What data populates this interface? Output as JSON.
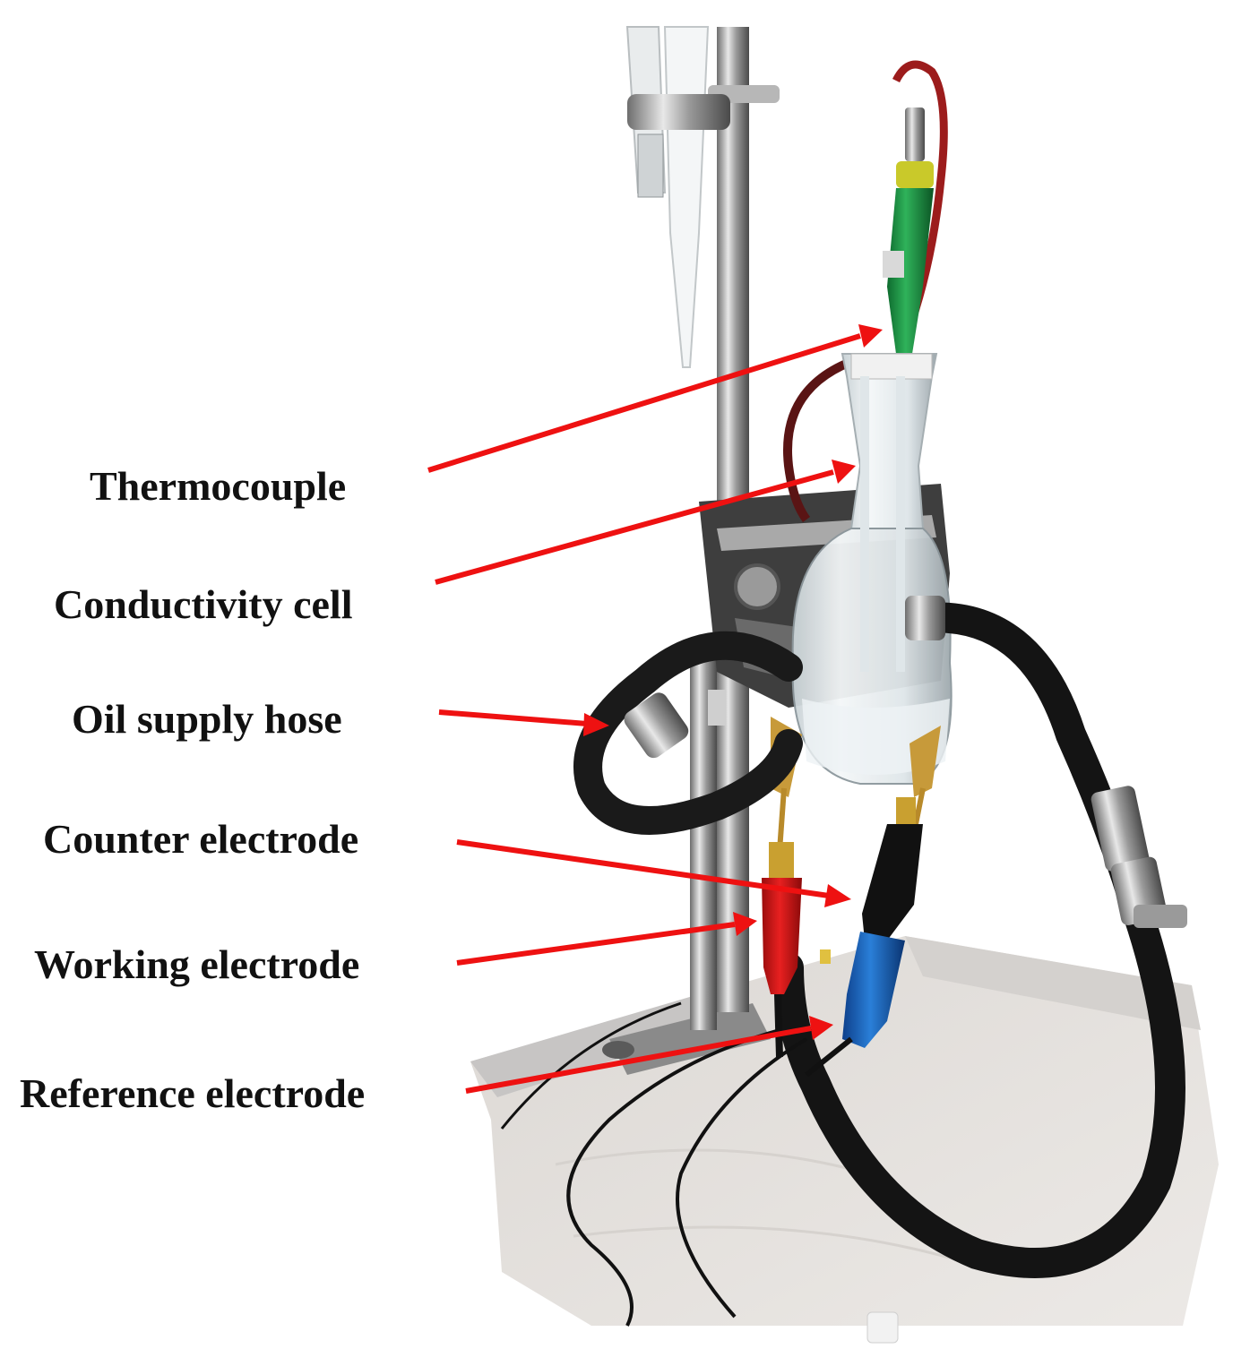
{
  "labels": {
    "thermocouple": "Thermocouple",
    "conductivity_cell": "Conductivity cell",
    "oil_supply_hose": "Oil supply hose",
    "counter_electrode": "Counter electrode",
    "working_electrode": "Working electrode",
    "reference_electrode": "Reference electrode"
  },
  "colors": {
    "arrow": "#ee1111",
    "text": "#111111"
  }
}
